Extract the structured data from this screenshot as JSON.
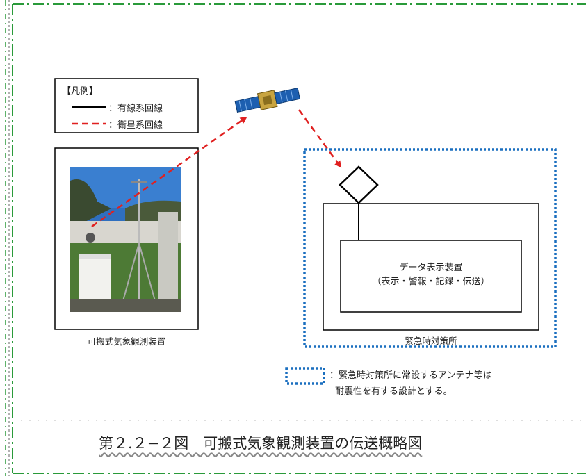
{
  "legend": {
    "title": "【凡例】",
    "wired": "：有線系回線",
    "satellite": "：衛星系回線"
  },
  "portable_caption": "可搬式気象観測装置",
  "display_device": {
    "line1": "データ表示装置",
    "line2": "（表示・警報・記録・伝送）"
  },
  "emergency_caption": "緊急時対策所",
  "note": {
    "line1": "：緊急時対策所に常設するアンテナ等は",
    "line2": "耐震性を有する設計とする。"
  },
  "figure_title": "第２.２−２図　可搬式気象観測装置の伝送概略図",
  "colors": {
    "outer_border": "#2a9a3a",
    "satellite_line": "#e02020",
    "seismic_box": "#1a6fbf"
  }
}
